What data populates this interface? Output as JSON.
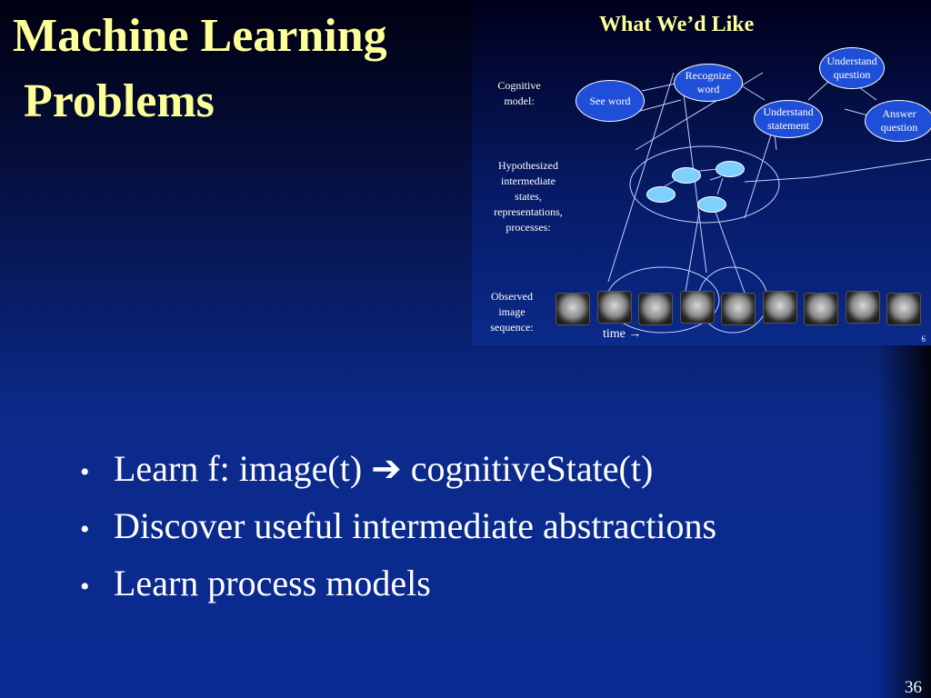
{
  "slide": {
    "title_line1": "Machine Learning",
    "title_line2": "Problems",
    "page_number": "36"
  },
  "figure": {
    "title": "What We’d Like",
    "labels": {
      "cognitive_model": [
        "Cognitive",
        "model:"
      ],
      "hypothesized": [
        "Hypothesized",
        "intermediate",
        "states,",
        "representations,",
        "processes:"
      ],
      "observed": [
        "Observed",
        "image",
        "sequence:"
      ]
    },
    "nodes": {
      "see_word": "See word",
      "recognize_word": [
        "Recognize",
        "word"
      ],
      "understand_statement": [
        "Understand",
        "statement"
      ],
      "understand_question": [
        "Understand",
        "question"
      ],
      "answer_question": [
        "Answer",
        "question"
      ]
    },
    "time_label": "time →",
    "inset_page": "6",
    "frame_count": 9
  },
  "bullets": [
    "Learn  f: image(t) ➔ cognitiveState(t)",
    "Discover useful intermediate abstractions",
    "Learn process models"
  ],
  "colors": {
    "title": "#ffff99",
    "node_fill": "#1f4fd8",
    "hidden_node_fill": "#7fd0ff",
    "text": "#ffffff"
  }
}
